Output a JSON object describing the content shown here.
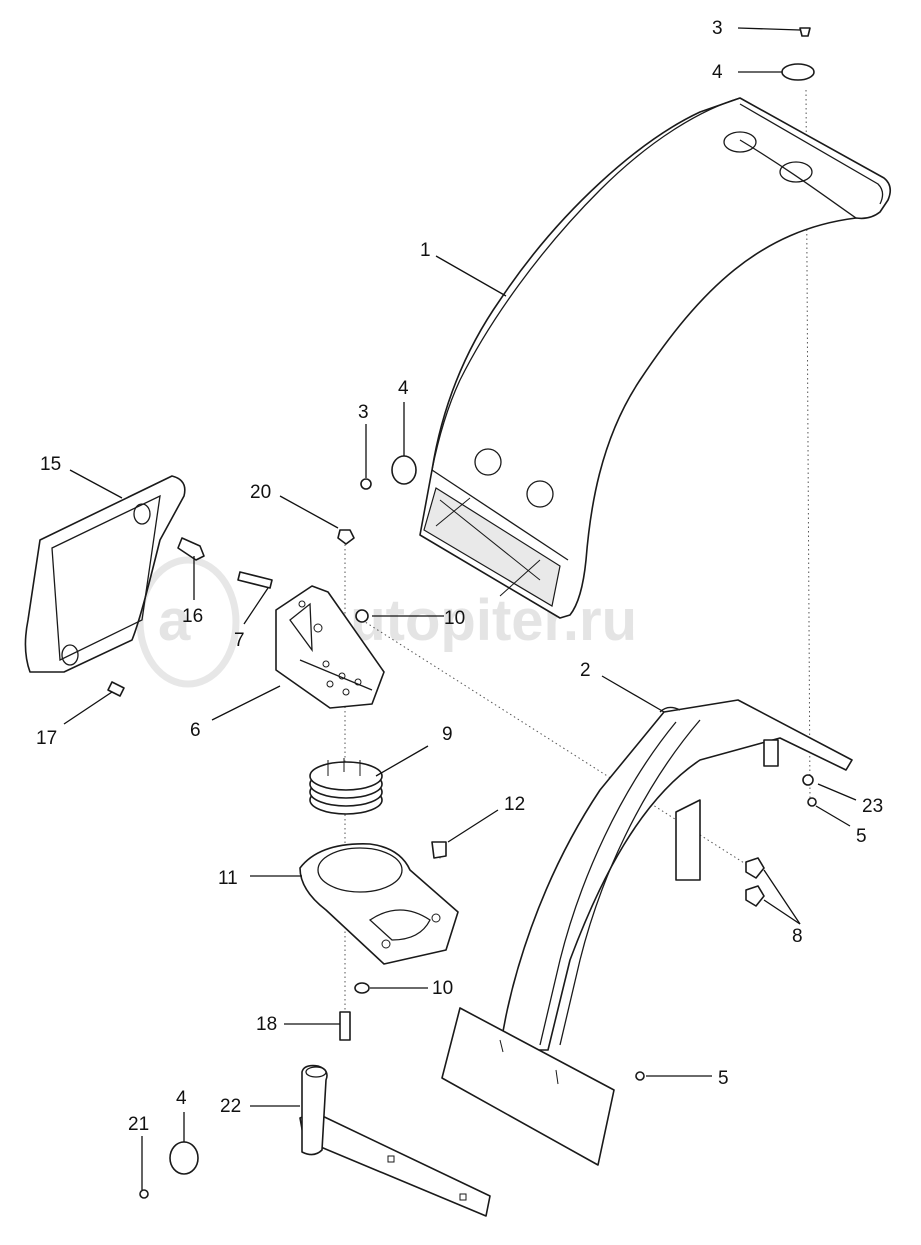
{
  "watermark": {
    "prefix": "a",
    "text": "autopiter.ru"
  },
  "callouts": [
    {
      "id": "c3a",
      "label": "3"
    },
    {
      "id": "c4a",
      "label": "4"
    },
    {
      "id": "c1",
      "label": "1"
    },
    {
      "id": "c4b",
      "label": "4"
    },
    {
      "id": "c3b",
      "label": "3"
    },
    {
      "id": "c15",
      "label": "15"
    },
    {
      "id": "c20",
      "label": "20"
    },
    {
      "id": "c16",
      "label": "16"
    },
    {
      "id": "c7",
      "label": "7"
    },
    {
      "id": "c10a",
      "label": "10"
    },
    {
      "id": "c2",
      "label": "2"
    },
    {
      "id": "c17",
      "label": "17"
    },
    {
      "id": "c6",
      "label": "6"
    },
    {
      "id": "c9",
      "label": "9"
    },
    {
      "id": "c23",
      "label": "23"
    },
    {
      "id": "c12",
      "label": "12"
    },
    {
      "id": "c5a",
      "label": "5"
    },
    {
      "id": "c11",
      "label": "11"
    },
    {
      "id": "c8",
      "label": "8"
    },
    {
      "id": "c10b",
      "label": "10"
    },
    {
      "id": "c18",
      "label": "18"
    },
    {
      "id": "c5b",
      "label": "5"
    },
    {
      "id": "c22",
      "label": "22"
    },
    {
      "id": "c4c",
      "label": "4"
    },
    {
      "id": "c21",
      "label": "21"
    }
  ]
}
